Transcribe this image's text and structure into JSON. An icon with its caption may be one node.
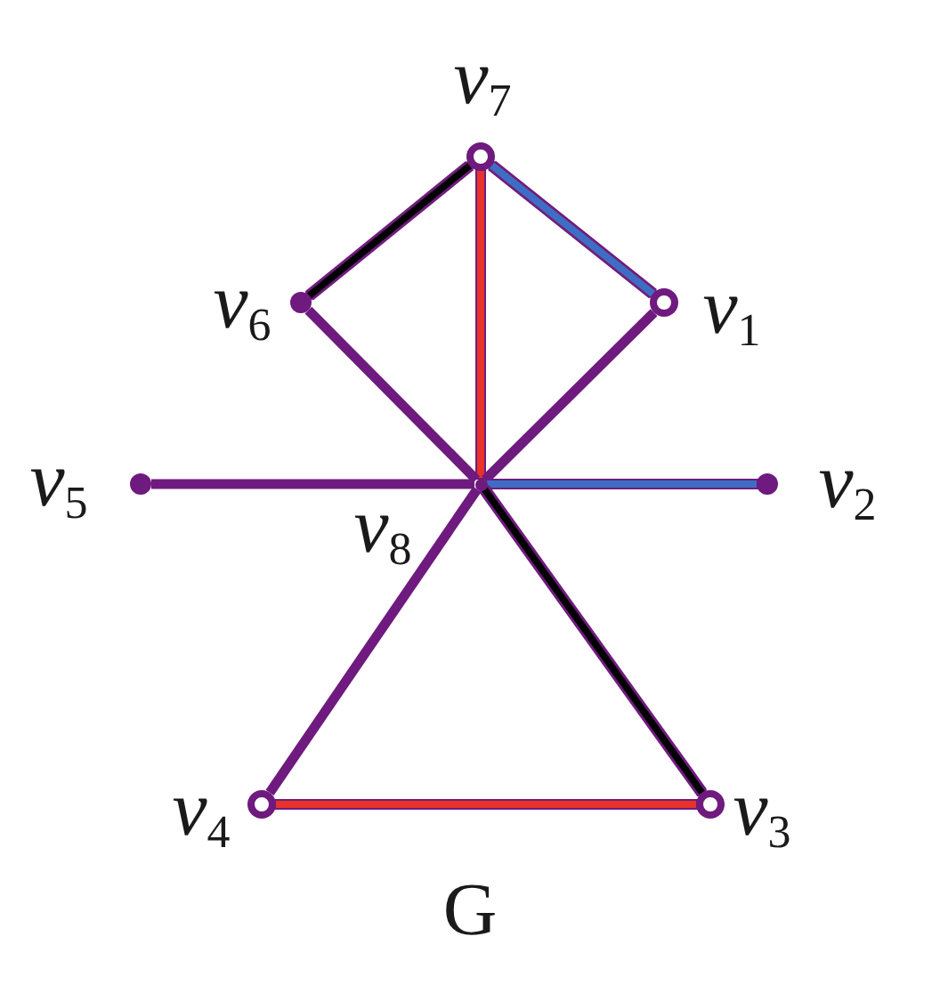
{
  "diagram": {
    "caption": "G",
    "nodes": [
      {
        "text": [],
        "shape": "circle",
        "beside": [
          "*v*$_{7}$"
        ]
      },
      {
        "text": [],
        "shape": "dot",
        "beside": [
          "*v*$_{6}$"
        ]
      },
      {
        "text": [],
        "shape": "circle",
        "beside": [
          "*v*$_{1}$"
        ]
      },
      {
        "text": [],
        "shape": "dot",
        "beside": [
          "*v*$_{5}$"
        ]
      },
      {
        "text": [],
        "shape": "point",
        "beside": [
          "*v*$_{8}$"
        ]
      },
      {
        "text": [],
        "shape": "dot",
        "beside": [
          "*v*$_{2}$"
        ]
      },
      {
        "text": [],
        "shape": "circle",
        "beside": [
          "*v*$_{4}$"
        ]
      },
      {
        "text": [],
        "shape": "circle",
        "beside": [
          "*v*$_{3}$"
        ]
      }
    ],
    "edges": [
      {
        "from": 0,
        "to": 2,
        "arrow": "none",
        "color": "#3c6ec4"
      },
      {
        "from": 0,
        "to": 1,
        "arrow": "none",
        "color": "#000000"
      },
      {
        "from": 0,
        "to": 4,
        "arrow": "none",
        "color": "#e8322c"
      },
      {
        "from": 1,
        "to": 4,
        "arrow": "none"
      },
      {
        "from": 2,
        "to": 4,
        "arrow": "none"
      },
      {
        "from": 3,
        "to": 4,
        "arrow": "none"
      },
      {
        "from": 4,
        "to": 5,
        "arrow": "none",
        "color": "#3c6ec4"
      },
      {
        "from": 4,
        "to": 6,
        "arrow": "none"
      },
      {
        "from": 4,
        "to": 7,
        "arrow": "none",
        "color": "#000000"
      },
      {
        "from": 6,
        "to": 7,
        "arrow": "none",
        "color": "#e8322c"
      }
    ]
  }
}
